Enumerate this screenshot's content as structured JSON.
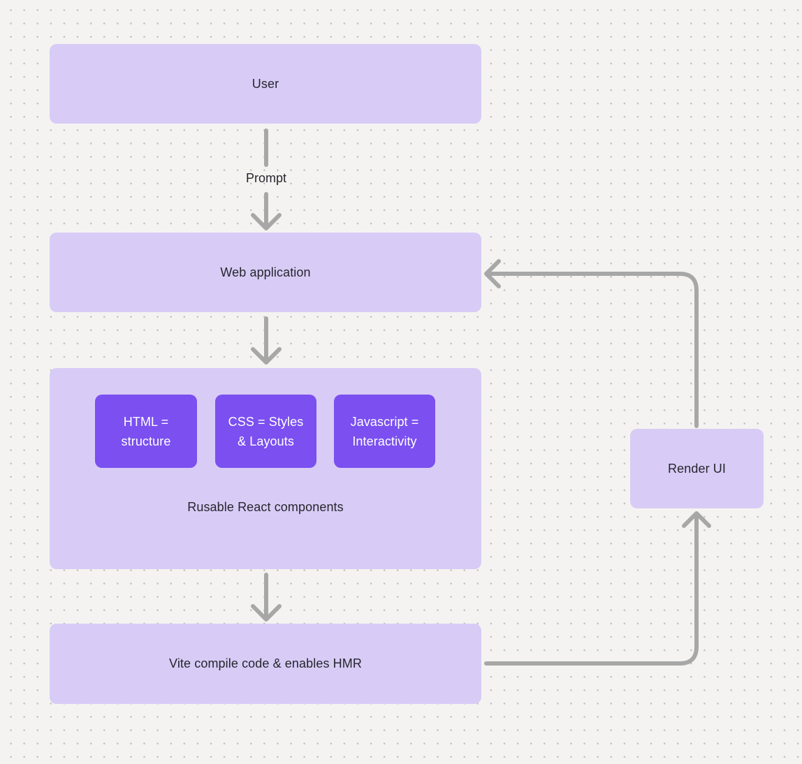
{
  "diagram": {
    "nodes": {
      "user": {
        "label": "User"
      },
      "web_application": {
        "label": "Web application"
      },
      "components_group": {
        "label": "Rusable React components"
      },
      "vite": {
        "label": "Vite compile code & enables HMR"
      },
      "render_ui": {
        "label": "Render UI"
      }
    },
    "components": [
      {
        "line1": "HTML =",
        "line2": "structure"
      },
      {
        "line1": "CSS = Styles",
        "line2": "& Layouts"
      },
      {
        "line1": "Javascript =",
        "line2": "Interactivity"
      }
    ],
    "edges": [
      {
        "from": "User",
        "to": "Web application",
        "label": "Prompt"
      },
      {
        "from": "Web application",
        "to": "Rusable React components",
        "label": ""
      },
      {
        "from": "Rusable React components",
        "to": "Vite compile code & enables HMR",
        "label": ""
      },
      {
        "from": "Vite compile code & enables HMR",
        "to": "Render UI",
        "label": ""
      },
      {
        "from": "Render UI",
        "to": "Web application",
        "label": ""
      }
    ],
    "colors": {
      "background": "#F4F3F1",
      "dot_grid": "#BFBEBC",
      "node_fill": "#D8CCF6",
      "component_fill": "#7B4FF0",
      "component_text": "#FFFFFF",
      "node_text": "#26262E",
      "connector": "#A7A7A7"
    }
  }
}
